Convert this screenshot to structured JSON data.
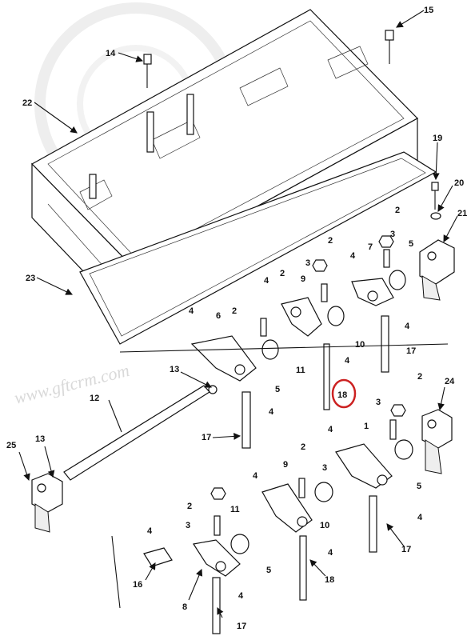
{
  "watermark": "www.gftcrm.com",
  "callouts": {
    "c15": "15",
    "c14": "14",
    "c22": "22",
    "c19": "19",
    "c20": "20",
    "c21": "21",
    "c23": "23",
    "c2a": "2",
    "c4a": "4",
    "c3a": "3",
    "c7": "7",
    "c2b": "2",
    "c3b": "3",
    "c5a": "5",
    "c4b": "4",
    "c2c": "2",
    "c9a": "9",
    "c4c": "4",
    "c2d": "2",
    "c6": "6",
    "c10a": "10",
    "c4d": "4",
    "c17a": "17",
    "c11a": "11",
    "c18a": "18",
    "c4e": "4",
    "c13a": "13",
    "c5b": "5",
    "c4f": "4",
    "c12": "12",
    "c17b": "17",
    "c2e": "2",
    "c24": "24",
    "c3c": "3",
    "c1": "1",
    "c25": "25",
    "c13b": "13",
    "c4g": "4",
    "c5c": "5",
    "c2f": "2",
    "c9b": "9",
    "c3d": "3",
    "c4h": "4",
    "c2g": "2",
    "c11b": "11",
    "c10b": "10",
    "c4i": "4",
    "c17c": "17",
    "c3e": "3",
    "c4j": "4",
    "c4k": "4",
    "c5d": "5",
    "c16": "16",
    "c18b": "18",
    "c8": "8",
    "c4l": "4",
    "c17d": "17"
  },
  "highlight_color": "#cc2222",
  "line_color": "#111111"
}
